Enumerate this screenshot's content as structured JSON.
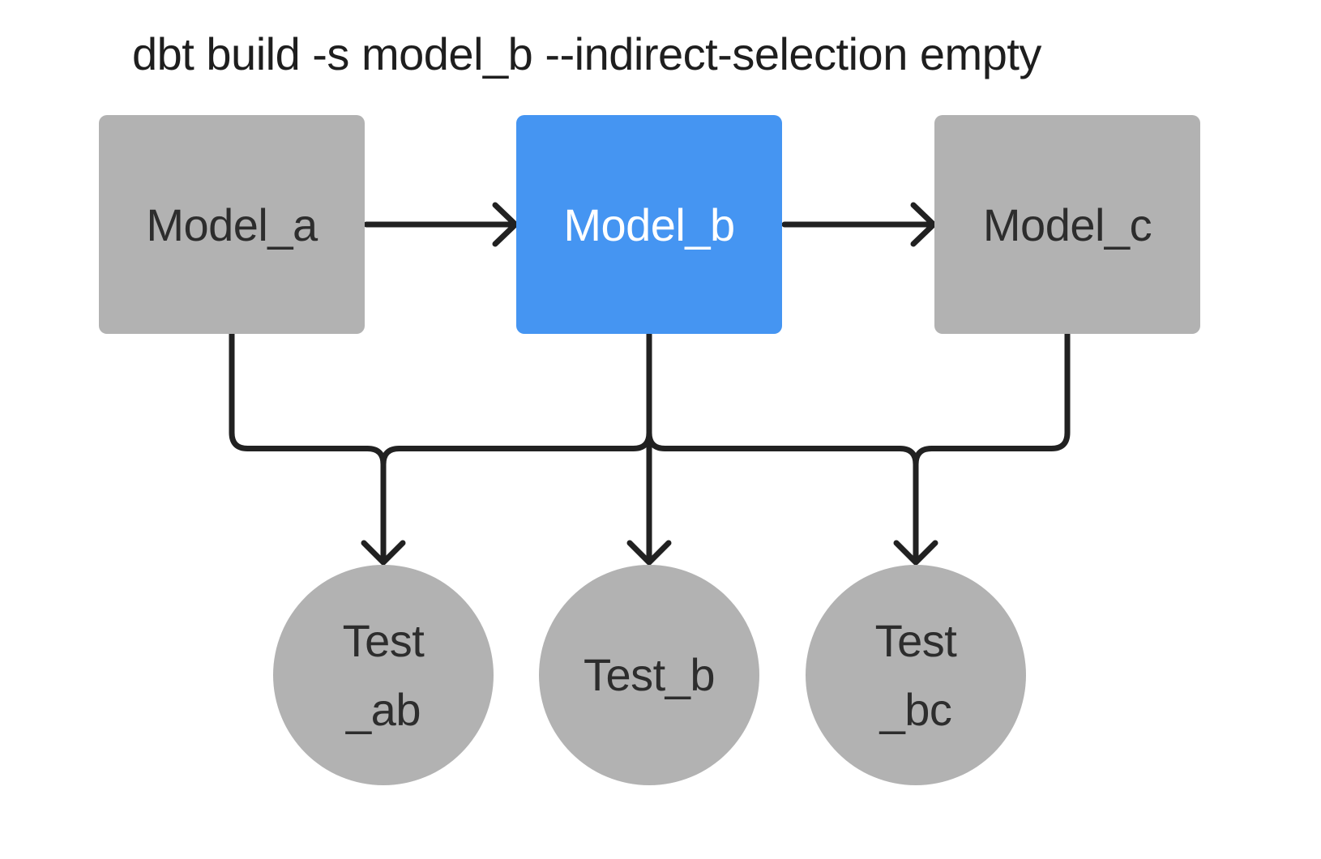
{
  "title": "dbt build -s model_b --indirect-selection empty",
  "colors": {
    "background": "#ffffff",
    "node_gray": "#b2b2b2",
    "node_selected_blue": "#4595f2",
    "edge_line": "#212121",
    "text_dark": "#2d2d2d",
    "text_on_selected": "#ffffff",
    "title_text": "#1e1e1e"
  },
  "models": [
    {
      "id": "model_a",
      "label": "Model_a",
      "selected": false
    },
    {
      "id": "model_b",
      "label": "Model_b",
      "selected": true
    },
    {
      "id": "model_c",
      "label": "Model_c",
      "selected": false
    }
  ],
  "tests": [
    {
      "id": "test_ab",
      "label_lines": [
        "Test",
        "_ab"
      ]
    },
    {
      "id": "test_b",
      "label_lines": [
        "Test_b",
        ""
      ]
    },
    {
      "id": "test_bc",
      "label_lines": [
        "Test",
        "_bc"
      ]
    }
  ],
  "edges": [
    {
      "from": "model_a",
      "to": "model_b"
    },
    {
      "from": "model_b",
      "to": "model_c"
    },
    {
      "from": "model_a",
      "to": "test_ab"
    },
    {
      "from": "model_b",
      "to": "test_ab"
    },
    {
      "from": "model_b",
      "to": "test_b"
    },
    {
      "from": "model_b",
      "to": "test_bc"
    },
    {
      "from": "model_c",
      "to": "test_bc"
    }
  ]
}
